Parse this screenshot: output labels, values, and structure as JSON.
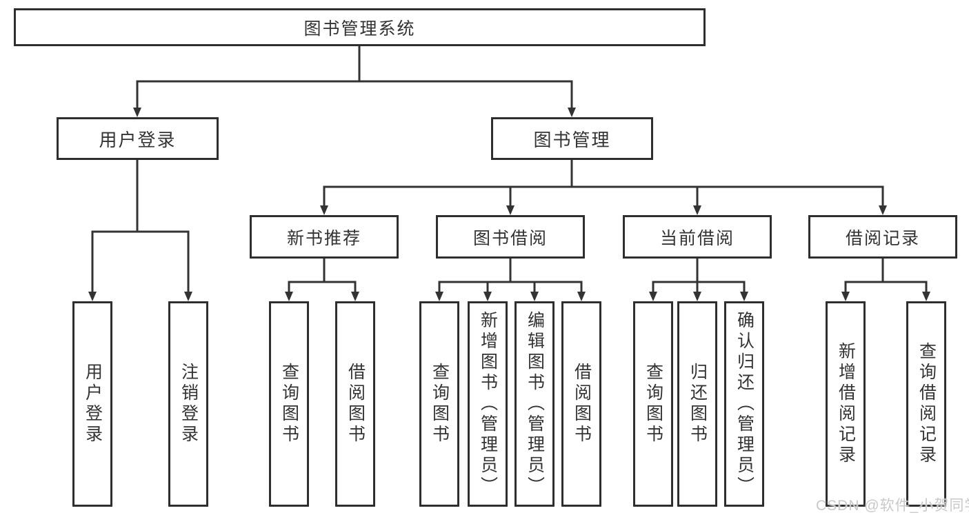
{
  "tree": {
    "root": {
      "label": "图书管理系统"
    },
    "branches": [
      {
        "label": "用户登录",
        "children": [
          "用户登录",
          "注销登录"
        ]
      },
      {
        "label": "图书管理",
        "groups": [
          {
            "label": "新书推荐",
            "children": [
              "查询图书",
              "借阅图书"
            ]
          },
          {
            "label": "图书借阅",
            "children": [
              "查询图书",
              "新增图书（管理员）",
              "编辑图书（管理员）",
              "借阅图书"
            ]
          },
          {
            "label": "当前借阅",
            "children": [
              "查询图书",
              "归还图书",
              "确认归还（管理员）"
            ]
          },
          {
            "label": "借阅记录",
            "children": [
              "新增借阅记录",
              "查询借阅记录"
            ]
          }
        ]
      }
    ]
  },
  "watermark": {
    "text": "CSDN @软件_小贺同学",
    "color": "#c9c9c9"
  },
  "colors": {
    "line": "#333333",
    "box_border": "#2e2e2e",
    "box_background": "#ffffff",
    "text": "#333333",
    "page_background": "#ffffff"
  }
}
